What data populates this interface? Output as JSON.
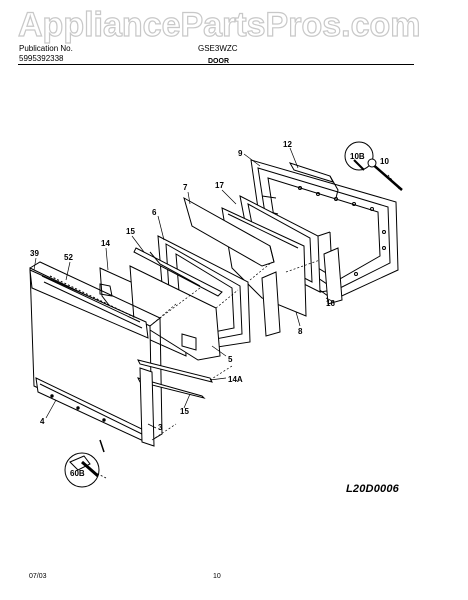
{
  "watermark": {
    "text": "AppliancePartsPros.com"
  },
  "header": {
    "publication_label": "Publication No.",
    "publication_number": "5995392338",
    "model": "GSE3WZC",
    "section_title": "DOOR"
  },
  "callouts": {
    "c9": "9",
    "c12": "12",
    "c10b": "10B",
    "c10": "10",
    "c7": "7",
    "c17": "17",
    "c6": "6",
    "c15a": "15",
    "c14": "14",
    "c39": "39",
    "c52": "52",
    "c16": "16",
    "c8": "8",
    "c5": "5",
    "c14a": "14A",
    "c3": "3",
    "c4": "4",
    "c15b": "15",
    "c60b": "60B"
  },
  "diagram_code": "L20D0006",
  "footer": {
    "date": "07/03",
    "page": "10"
  }
}
